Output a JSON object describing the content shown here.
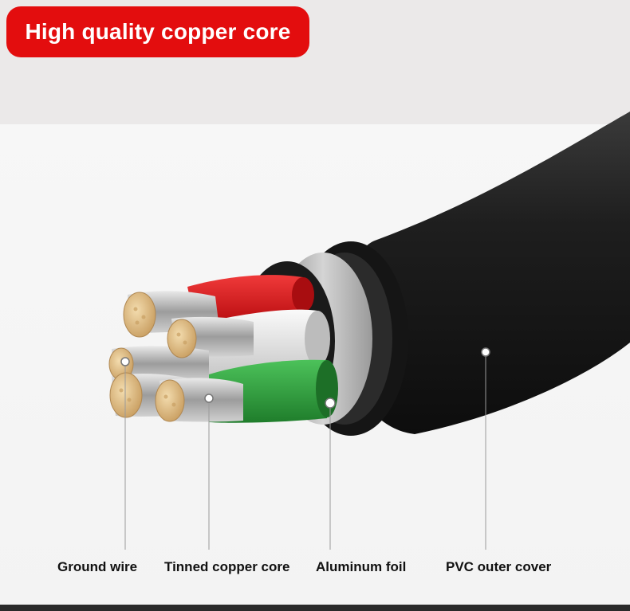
{
  "title": "High quality copper core",
  "labels": {
    "ground_wire": "Ground wire",
    "tinned_copper_core": "Tinned copper core",
    "aluminum_foil": "Aluminum foil",
    "pvc_outer_cover": "PVC outer cover"
  },
  "colors": {
    "title_background": "#e30d0e",
    "title_text": "#ffffff",
    "label_text": "#111111",
    "outer_jacket": "#1c1c1c",
    "foil": "#bdbdbd",
    "red_wire": "#d91417",
    "green_wire": "#2f9a3a",
    "white_wire": "#e6e6e6",
    "copper": "#d9b47a"
  }
}
